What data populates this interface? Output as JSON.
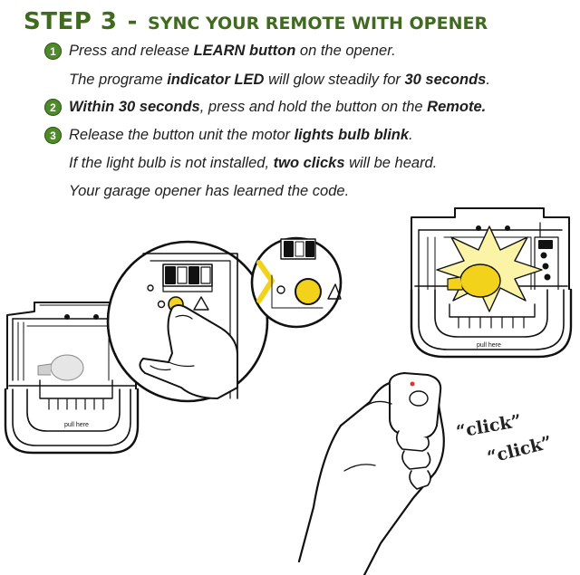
{
  "title": {
    "step": "STEP 3",
    "dash": "-",
    "text": "SYNC YOUR REMOTE WITH OPENER"
  },
  "colors": {
    "accent_green": "#4f8a2a",
    "title_green": "#3f6a1f",
    "led_yellow": "#f2d21b"
  },
  "steps": [
    {
      "number": "1",
      "lines": [
        {
          "parts": [
            {
              "t": "Press and release ",
              "b": false
            },
            {
              "t": "LEARN button",
              "b": true
            },
            {
              "t": " on the opener.",
              "b": false
            }
          ]
        },
        {
          "parts": [
            {
              "t": "The programe ",
              "b": false
            },
            {
              "t": "indicator LED",
              "b": true
            },
            {
              "t": " will glow steadily for ",
              "b": false
            },
            {
              "t": "30 seconds",
              "b": true
            },
            {
              "t": ".",
              "b": false
            }
          ]
        }
      ]
    },
    {
      "number": "2",
      "lines": [
        {
          "parts": [
            {
              "t": "Within 30 seconds",
              "b": true
            },
            {
              "t": ", press and hold the button on the ",
              "b": false
            },
            {
              "t": "Remote.",
              "b": true
            }
          ]
        }
      ]
    },
    {
      "number": "3",
      "lines": [
        {
          "parts": [
            {
              "t": "Release the button unit the motor ",
              "b": false
            },
            {
              "t": "lights bulb blink",
              "b": true
            },
            {
              "t": ".",
              "b": false
            }
          ]
        },
        {
          "parts": [
            {
              "t": "If the light bulb is not installed, ",
              "b": false
            },
            {
              "t": "two clicks",
              "b": true
            },
            {
              "t": " will be heard.",
              "b": false
            }
          ]
        },
        {
          "parts": [
            {
              "t": "Your garage opener has learned the code.",
              "b": false
            }
          ]
        }
      ]
    }
  ],
  "illustration": {
    "left_unit_label": "pull here",
    "right_unit_label": "pull here",
    "click_1": "“click”",
    "click_2": "“click”"
  }
}
